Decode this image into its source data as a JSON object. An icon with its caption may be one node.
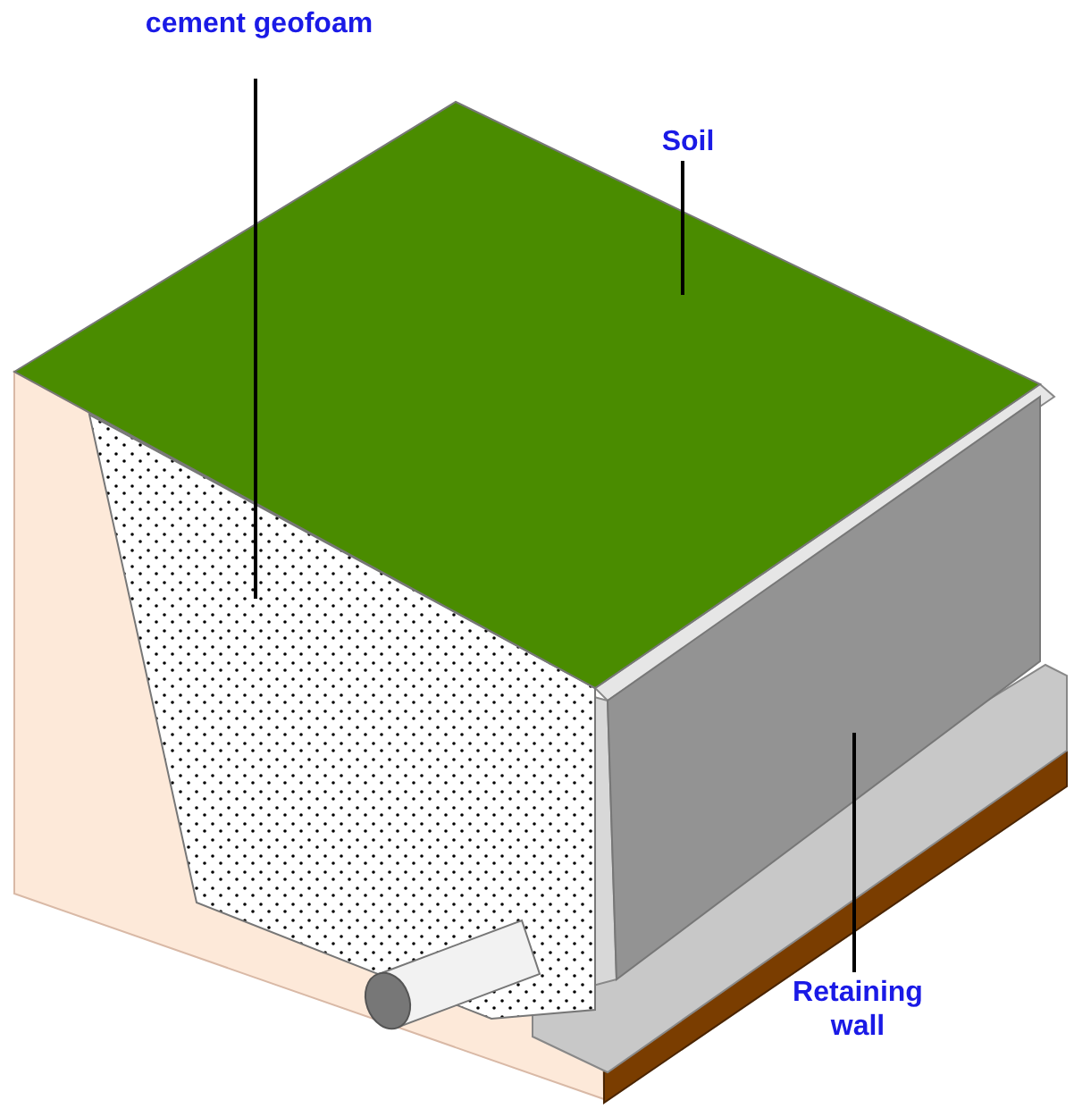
{
  "diagram": {
    "nodes": [
      {
        "text": [
          "cement geofoam"
        ]
      },
      {
        "text": [],
        "shape": "picture"
      },
      {
        "text": [
          "Soil"
        ]
      },
      {
        "text": [],
        "shape": "picture"
      },
      {
        "text": [
          "Retaining wall"
        ]
      },
      {
        "text": [],
        "shape": "picture"
      }
    ],
    "edges": [
      {
        "from": 0,
        "to": 1,
        "arrow": "none"
      },
      {
        "from": 2,
        "to": 3,
        "arrow": "none"
      },
      {
        "from": 4,
        "to": 5,
        "arrow": "none"
      }
    ]
  }
}
